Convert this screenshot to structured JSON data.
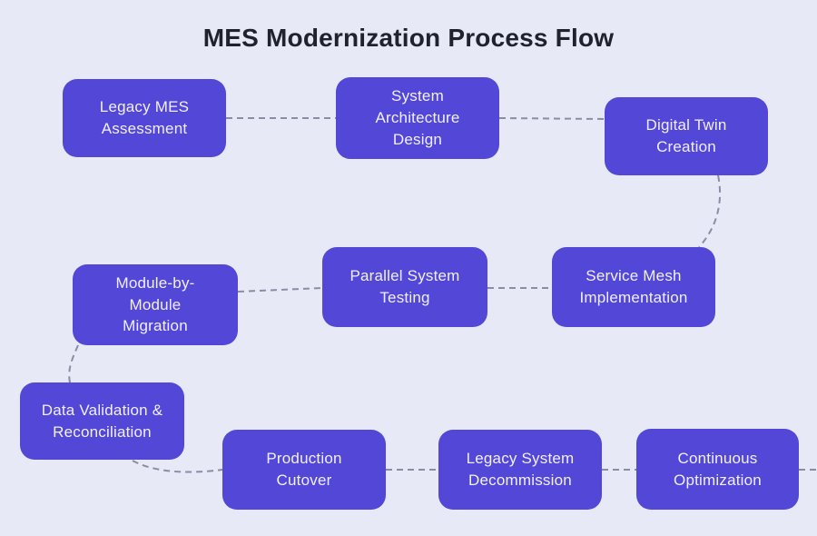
{
  "title": "MES Modernization Process Flow",
  "colors": {
    "background": "#e8e9f6",
    "node_fill": "#5347d8",
    "node_text": "#f2f0fd",
    "connector": "#8b8ca6",
    "title_text": "#20232e"
  },
  "nodes": [
    {
      "id": "legacy-mes-assessment",
      "label": "Legacy MES\nAssessment"
    },
    {
      "id": "system-architecture-design",
      "label": "System\nArchitecture\nDesign"
    },
    {
      "id": "digital-twin-creation",
      "label": "Digital Twin\nCreation"
    },
    {
      "id": "module-by-module-migration",
      "label": "Module-by-\nModule\nMigration"
    },
    {
      "id": "parallel-system-testing",
      "label": "Parallel System\nTesting"
    },
    {
      "id": "service-mesh-implementation",
      "label": "Service Mesh\nImplementation"
    },
    {
      "id": "data-validation-reconciliation",
      "label": "Data Validation &\nReconciliation"
    },
    {
      "id": "production-cutover",
      "label": "Production\nCutover"
    },
    {
      "id": "legacy-system-decommission",
      "label": "Legacy System\nDecommission"
    },
    {
      "id": "continuous-optimization",
      "label": "Continuous\nOptimization"
    }
  ],
  "edges": [
    {
      "from": "legacy-mes-assessment",
      "to": "system-architecture-design"
    },
    {
      "from": "system-architecture-design",
      "to": "digital-twin-creation"
    },
    {
      "from": "digital-twin-creation",
      "to": "service-mesh-implementation"
    },
    {
      "from": "service-mesh-implementation",
      "to": "parallel-system-testing"
    },
    {
      "from": "parallel-system-testing",
      "to": "module-by-module-migration"
    },
    {
      "from": "module-by-module-migration",
      "to": "data-validation-reconciliation"
    },
    {
      "from": "data-validation-reconciliation",
      "to": "production-cutover"
    },
    {
      "from": "production-cutover",
      "to": "legacy-system-decommission"
    },
    {
      "from": "legacy-system-decommission",
      "to": "continuous-optimization"
    },
    {
      "from": "continuous-optimization",
      "to": "offscreen-right"
    }
  ]
}
